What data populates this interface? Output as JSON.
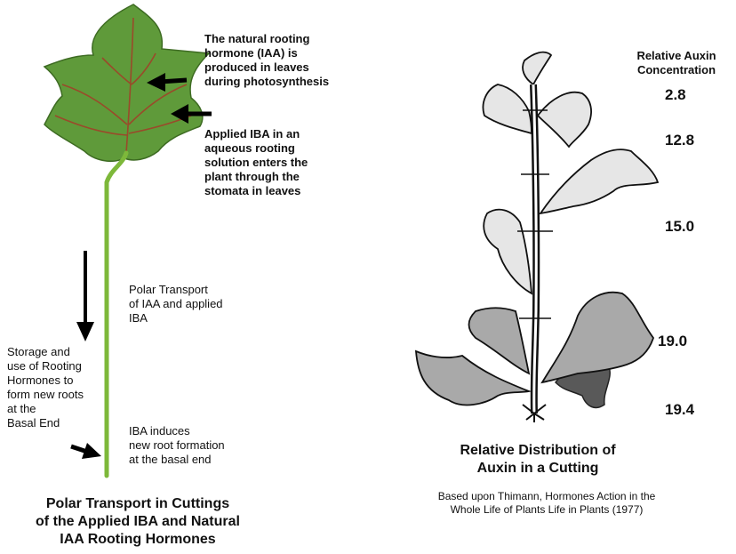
{
  "left": {
    "leaf_note": "The natural rooting\nhormone (IAA) is\nproduced in leaves\nduring photosynthesis",
    "iba_note": "Applied IBA in an\naqueous rooting\nsolution enters the\nplant through the\nstomata in leaves",
    "polar_note": "Polar Transport\nof IAA and applied\nIBA",
    "storage_note": "Storage and\nuse of Rooting\nHormones to\nform new roots\nat the\nBasal End",
    "induce_note": "IBA induces\nnew root formation\nat the basal end",
    "caption": "Polar Transport in Cuttings\nof the Applied IBA and Natural\nIAA Rooting Hormones"
  },
  "right": {
    "header": "Relative Auxin\nConcentration",
    "values": [
      "2.8",
      "12.8",
      "15.0",
      "19.0",
      "19.4"
    ],
    "caption": "Relative Distribution of\nAuxin in a Cutting",
    "credit": "Based upon Thimann, Hormones Action in the\nWhole Life of Plants Life in Plants (1977)"
  },
  "colors": {
    "leaf": "#5f9a3a",
    "leaf_vein": "#9a4a2a",
    "stem": "#7db83a",
    "leaf_light": "#e6e6e6",
    "leaf_mid": "#a9a9a9",
    "leaf_dark": "#595959"
  }
}
